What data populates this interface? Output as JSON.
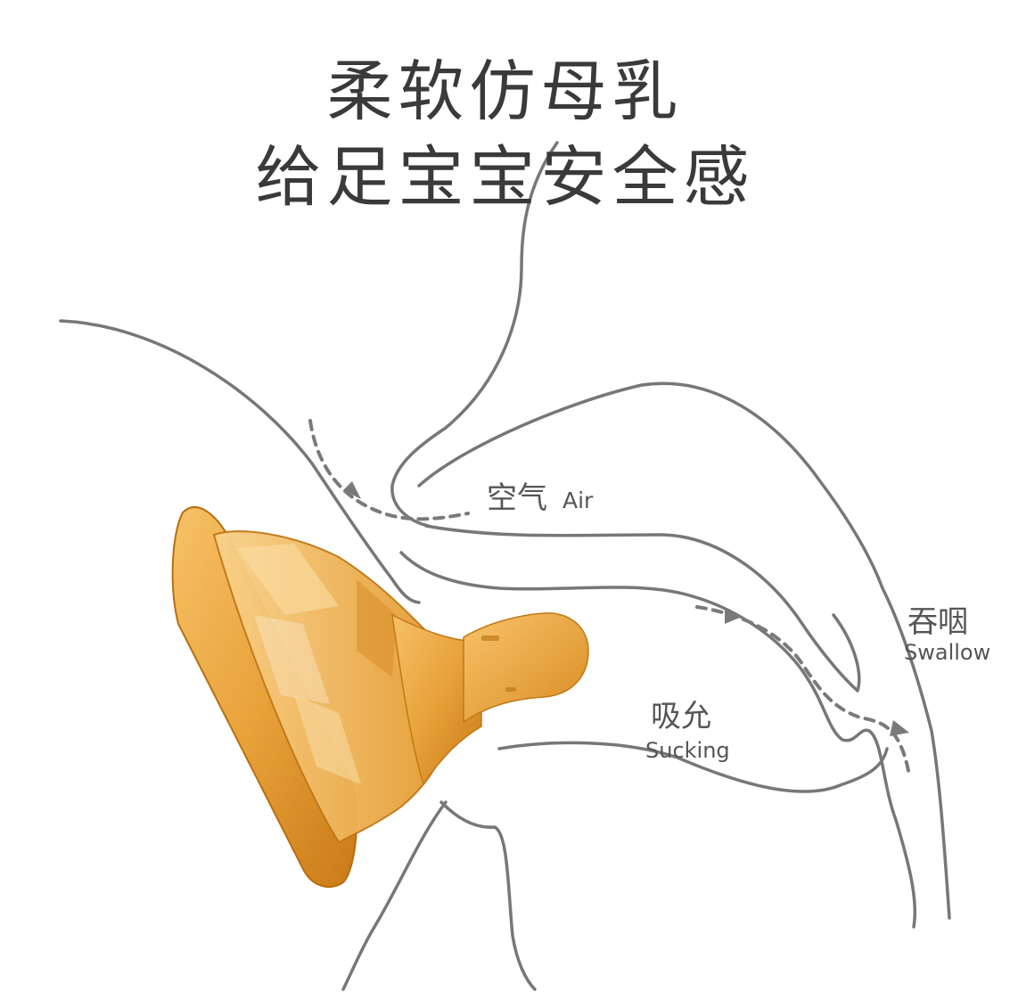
{
  "headline": {
    "line1": "柔软仿母乳",
    "line2": "给足宝宝安全感"
  },
  "labels": {
    "air_cn": "空气",
    "air_en": "Air",
    "swallow_cn": "吞咽",
    "swallow_en": "Swallow",
    "sucking_cn": "吸允",
    "sucking_en": "Sucking"
  },
  "colors": {
    "outline": "#777777",
    "flow_arrow": "#7a7a7a",
    "nipple_amber": "#e8a23a",
    "nipple_dark": "#c57912",
    "text": "#3a3a3a"
  }
}
